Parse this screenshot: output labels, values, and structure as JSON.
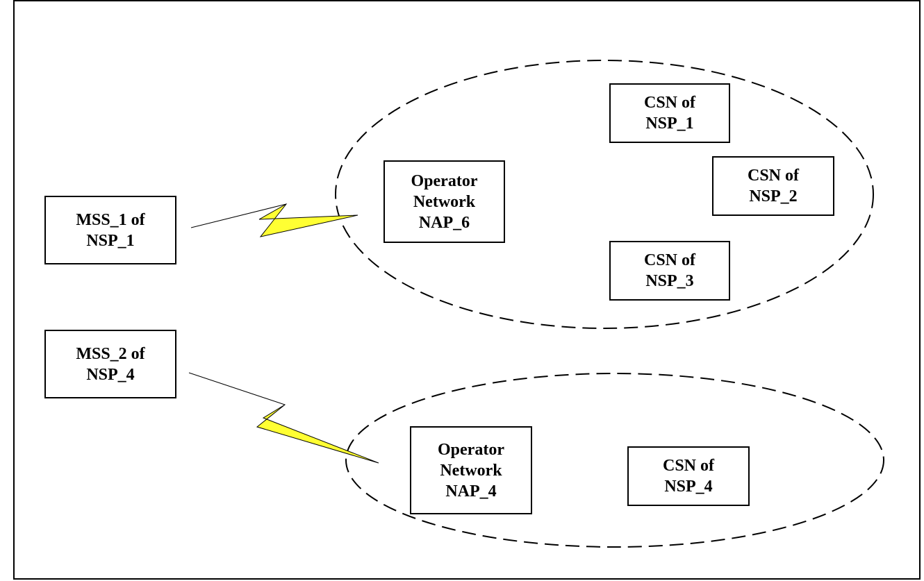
{
  "nodes": {
    "mss1": {
      "lines": [
        "MSS_1 of",
        "NSP_1"
      ]
    },
    "mss2": {
      "lines": [
        "MSS_2 of",
        "NSP_4"
      ]
    },
    "nap6": {
      "lines": [
        "Operator",
        "Network",
        "NAP_6"
      ]
    },
    "csn1": {
      "lines": [
        "CSN of",
        "NSP_1"
      ]
    },
    "csn2": {
      "lines": [
        "CSN of",
        "NSP_2"
      ]
    },
    "csn3": {
      "lines": [
        "CSN of",
        "NSP_3"
      ]
    },
    "nap4": {
      "lines": [
        "Operator",
        "Network",
        "NAP_4"
      ]
    },
    "csn4": {
      "lines": [
        "CSN of",
        "NSP_4"
      ]
    }
  },
  "colors": {
    "lightning_fill": "#ffff33",
    "stroke": "#000000",
    "background": "#ffffff"
  }
}
